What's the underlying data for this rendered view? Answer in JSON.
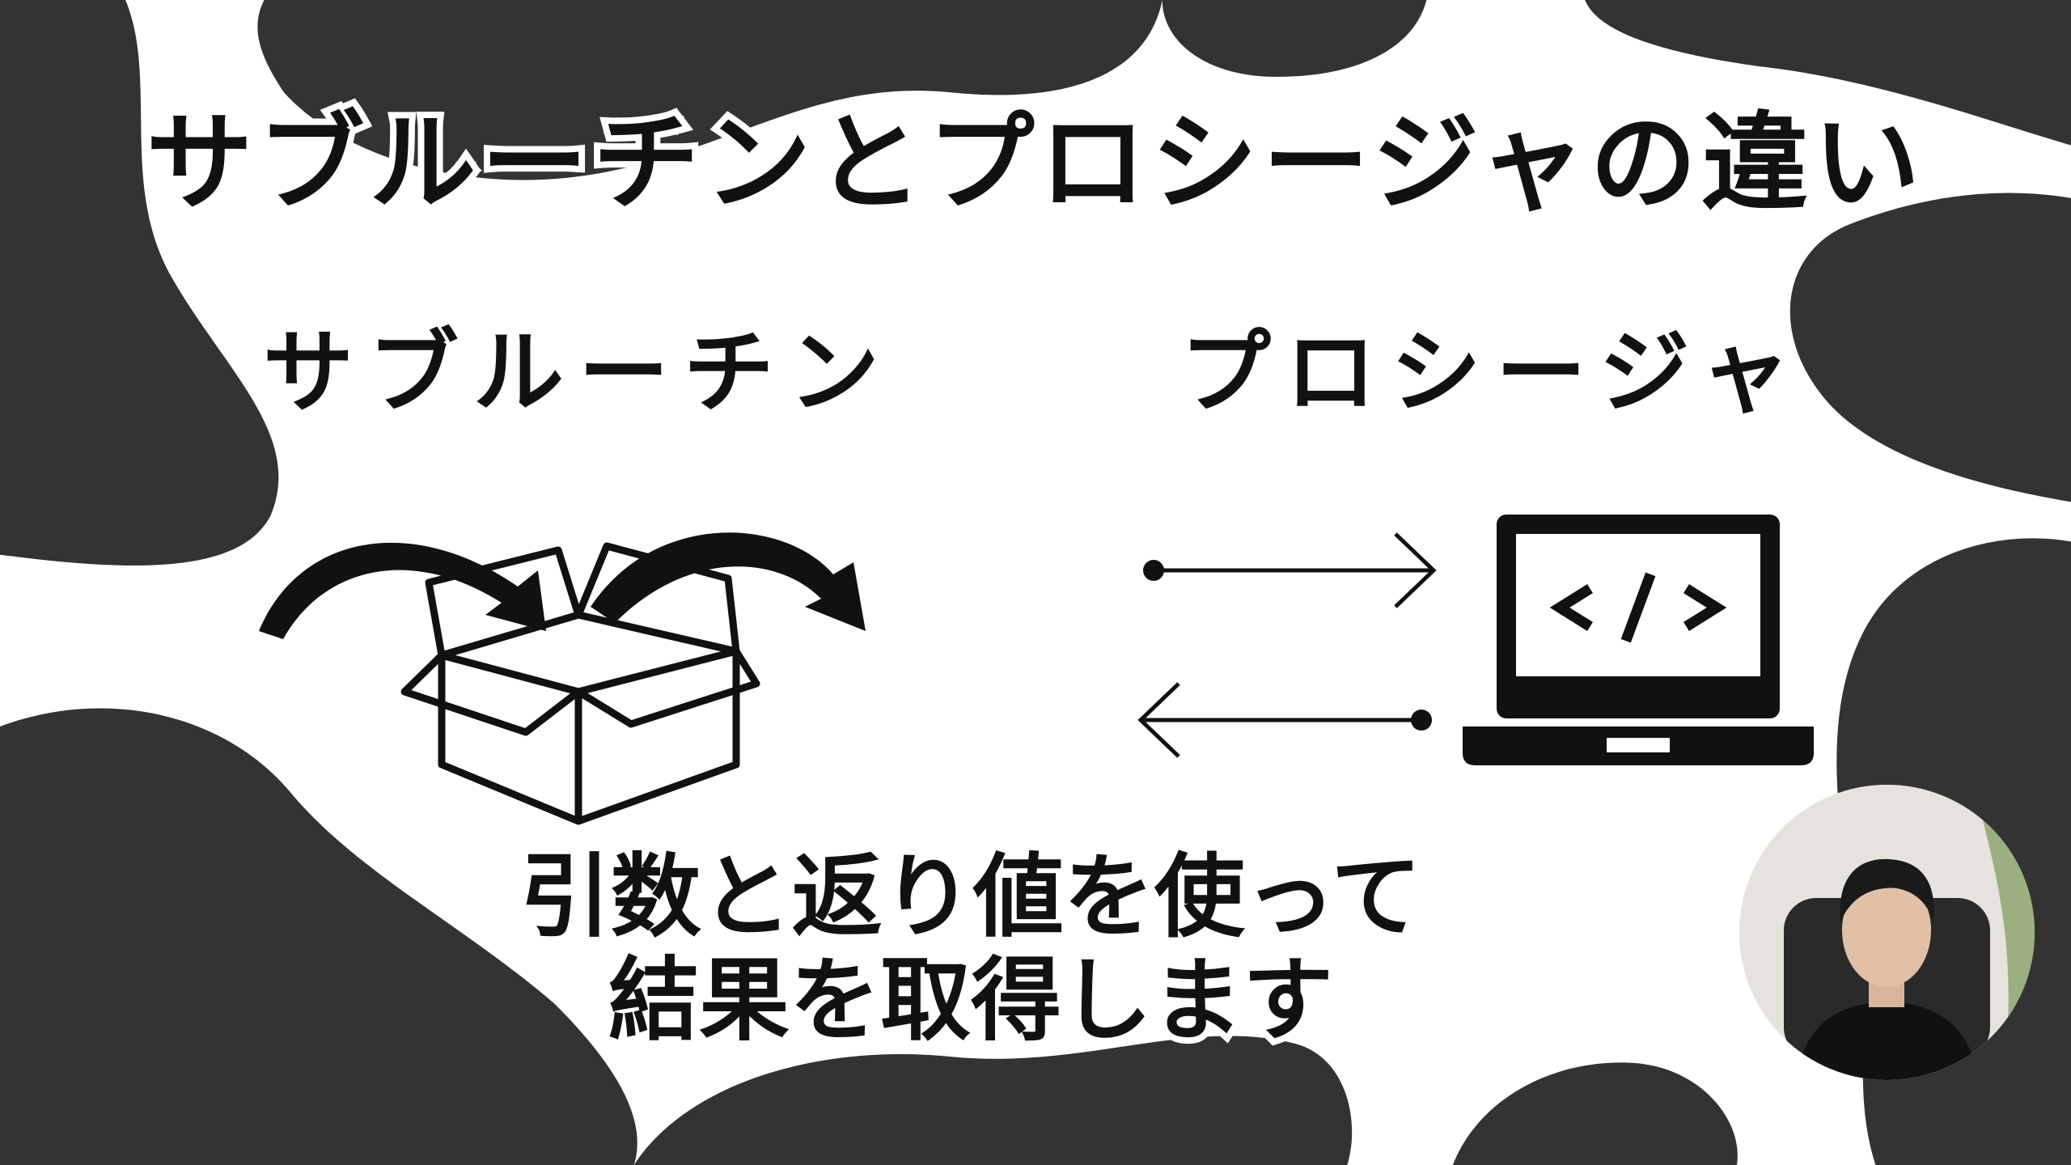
{
  "title": "サブルーチンとプロシージャの違い",
  "left": {
    "label": "サブルーチン",
    "icon": "box-with-arrows-icon"
  },
  "right": {
    "label": "プロシージャ",
    "icon": "laptop-code-icon",
    "arrows": [
      "arrow-right-icon",
      "arrow-left-icon"
    ]
  },
  "caption": {
    "line1": "引数と返り値を使って",
    "line2": "結果を取得します"
  },
  "colors": {
    "spots": "#333333",
    "background": "#ffffff",
    "text": "#111111"
  }
}
